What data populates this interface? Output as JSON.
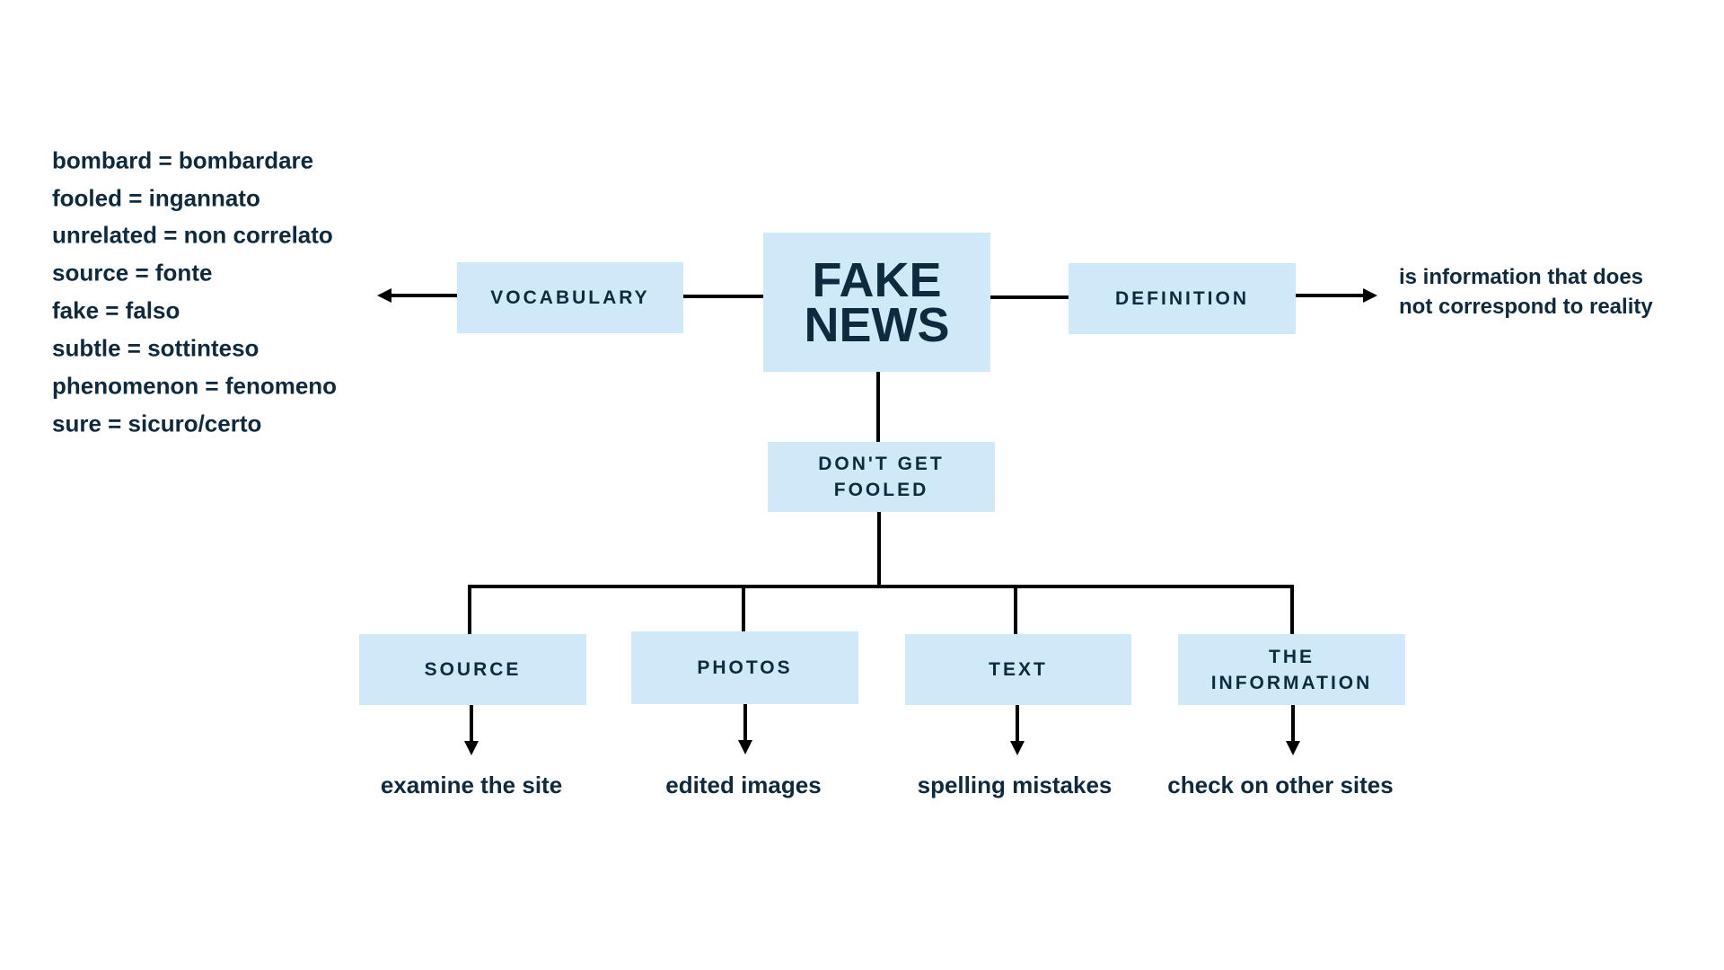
{
  "center": {
    "line1": "FAKE",
    "line2": "NEWS"
  },
  "vocabulary_box": "VOCABULARY",
  "definition_box": "DEFINITION",
  "definition_text": {
    "line1": "is information that does",
    "line2": "not correspond to reality"
  },
  "dont_get_fooled": {
    "line1": "DON'T GET",
    "line2": "FOOLED"
  },
  "vocabulary": [
    "bombard = bombardare",
    "fooled = ingannato",
    "unrelated = non correlato",
    "source = fonte",
    "fake = falso",
    "subtle = sottinteso",
    "phenomenon = fenomeno",
    "sure = sicuro/certo"
  ],
  "branches": [
    {
      "label": "SOURCE",
      "caption": "examine the site"
    },
    {
      "label": "PHOTOS",
      "caption": "edited images"
    },
    {
      "label": "TEXT",
      "caption": "spelling mistakes"
    },
    {
      "label1": "THE",
      "label2": "INFORMATION",
      "caption": "check on other sites"
    }
  ],
  "colors": {
    "box": "#cfe9f9",
    "text": "#0d2a3e",
    "line": "#000000"
  }
}
